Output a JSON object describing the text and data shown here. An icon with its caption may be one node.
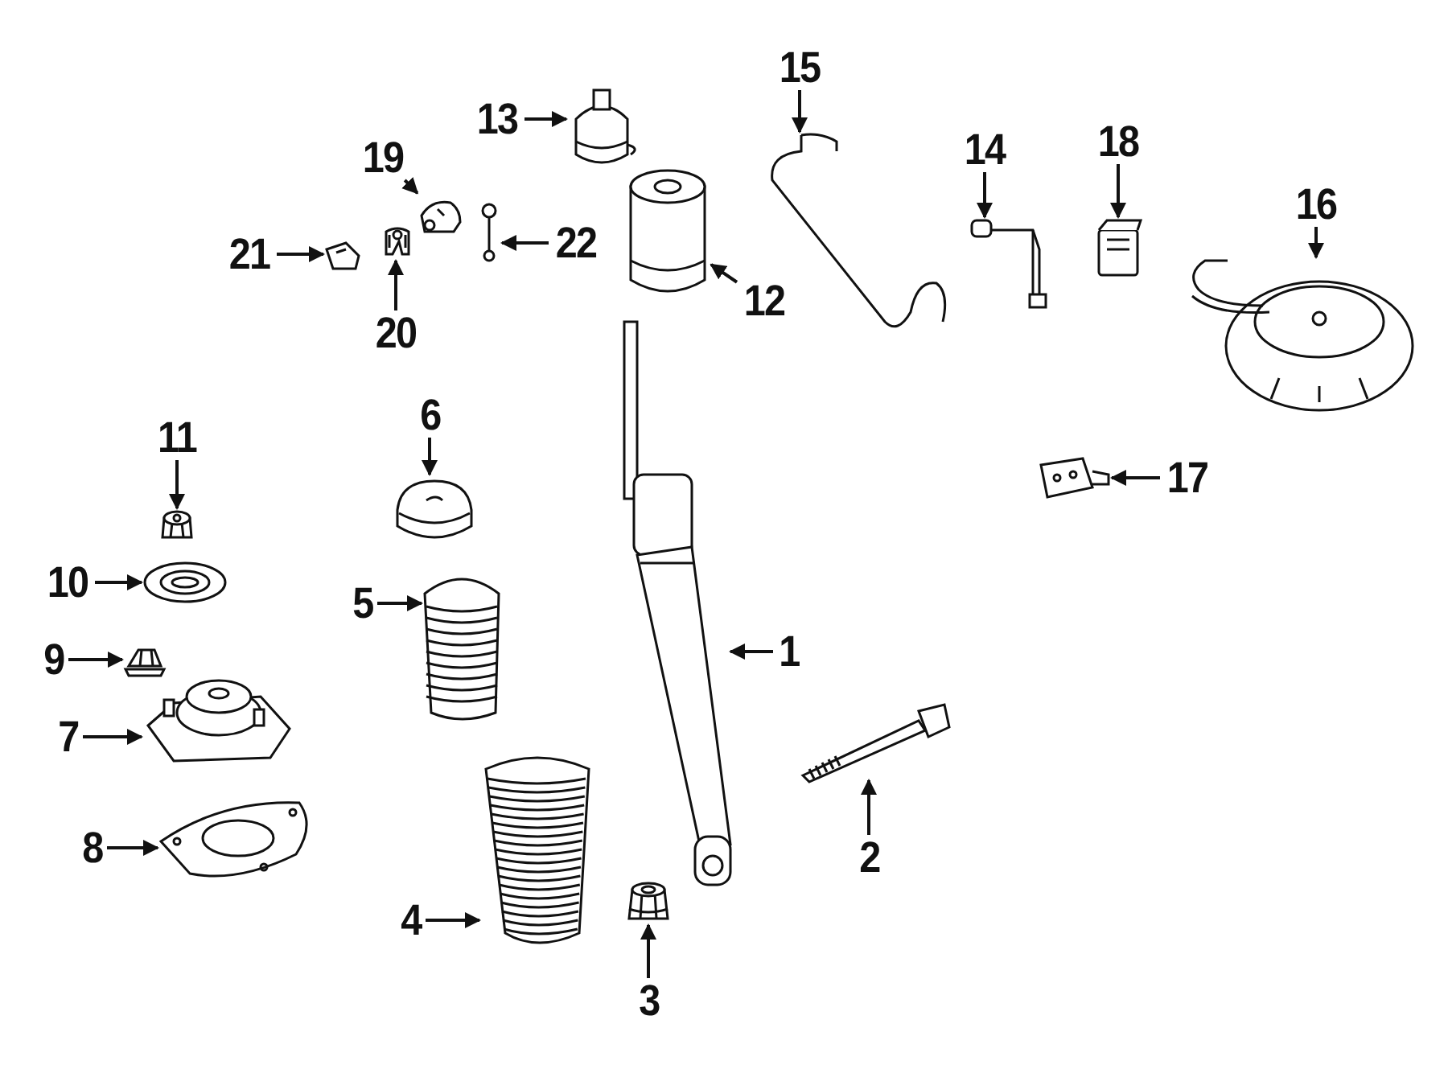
{
  "diagram": {
    "nodes": [
      {
        "text": [
          "1"
        ]
      },
      {
        "text": [
          "2"
        ]
      },
      {
        "text": [
          "3"
        ]
      },
      {
        "text": [
          "4"
        ]
      },
      {
        "text": [
          "5"
        ]
      },
      {
        "text": [
          "6"
        ]
      },
      {
        "text": [
          "7"
        ]
      },
      {
        "text": [
          "8"
        ]
      },
      {
        "text": [
          "9"
        ]
      },
      {
        "text": [
          "10"
        ]
      },
      {
        "text": [
          "11"
        ]
      },
      {
        "text": [
          "12"
        ]
      },
      {
        "text": [
          "13"
        ]
      },
      {
        "text": [
          "14"
        ]
      },
      {
        "text": [
          "15"
        ]
      },
      {
        "text": [
          "16"
        ]
      },
      {
        "text": [
          "17"
        ]
      },
      {
        "text": [
          "18"
        ]
      },
      {
        "text": [
          "19"
        ]
      },
      {
        "text": [
          "20"
        ]
      },
      {
        "text": [
          "21"
        ]
      },
      {
        "text": [
          "22"
        ]
      },
      {
        "text": [],
        "shape": "picture"
      },
      {
        "text": [],
        "shape": "picture"
      },
      {
        "text": [],
        "shape": "picture"
      },
      {
        "text": [],
        "shape": "picture"
      },
      {
        "text": [],
        "shape": "picture"
      },
      {
        "text": [],
        "shape": "picture"
      },
      {
        "text": [],
        "shape": "picture"
      },
      {
        "text": [],
        "shape": "picture"
      },
      {
        "text": [],
        "shape": "picture"
      },
      {
        "text": [],
        "shape": "picture"
      },
      {
        "text": [],
        "shape": "picture"
      },
      {
        "text": [],
        "shape": "picture"
      },
      {
        "text": [],
        "shape": "picture"
      },
      {
        "text": [],
        "shape": "picture"
      },
      {
        "text": [],
        "shape": "picture"
      },
      {
        "text": [],
        "shape": "picture"
      },
      {
        "text": [],
        "shape": "picture"
      },
      {
        "text": [],
        "shape": "picture"
      },
      {
        "text": [],
        "shape": "picture"
      },
      {
        "text": [],
        "shape": "picture"
      },
      {
        "text": [],
        "shape": "picture"
      },
      {
        "text": [],
        "shape": "picture"
      }
    ],
    "edges": [
      {
        "from": 0,
        "to": 22,
        "arrow": "to"
      },
      {
        "from": 1,
        "to": 23,
        "arrow": "to"
      },
      {
        "from": 2,
        "to": 24,
        "arrow": "to"
      },
      {
        "from": 3,
        "to": 25,
        "arrow": "to"
      },
      {
        "from": 4,
        "to": 26,
        "arrow": "to"
      },
      {
        "from": 5,
        "to": 27,
        "arrow": "to"
      },
      {
        "from": 6,
        "to": 28,
        "arrow": "to"
      },
      {
        "from": 7,
        "to": 29,
        "arrow": "to"
      },
      {
        "from": 8,
        "to": 30,
        "arrow": "to"
      },
      {
        "from": 9,
        "to": 31,
        "arrow": "to"
      },
      {
        "from": 10,
        "to": 32,
        "arrow": "to"
      },
      {
        "from": 11,
        "to": 33,
        "arrow": "to"
      },
      {
        "from": 12,
        "to": 34,
        "arrow": "to"
      },
      {
        "from": 13,
        "to": 35,
        "arrow": "to"
      },
      {
        "from": 14,
        "to": 36,
        "arrow": "to"
      },
      {
        "from": 15,
        "to": 37,
        "arrow": "to"
      },
      {
        "from": 16,
        "to": 38,
        "arrow": "to"
      },
      {
        "from": 17,
        "to": 39,
        "arrow": "to"
      },
      {
        "from": 18,
        "to": 40,
        "arrow": "to"
      },
      {
        "from": 19,
        "to": 41,
        "arrow": "to"
      },
      {
        "from": 20,
        "to": 42,
        "arrow": "to"
      },
      {
        "from": 21,
        "to": 43,
        "arrow": "to"
      }
    ]
  }
}
